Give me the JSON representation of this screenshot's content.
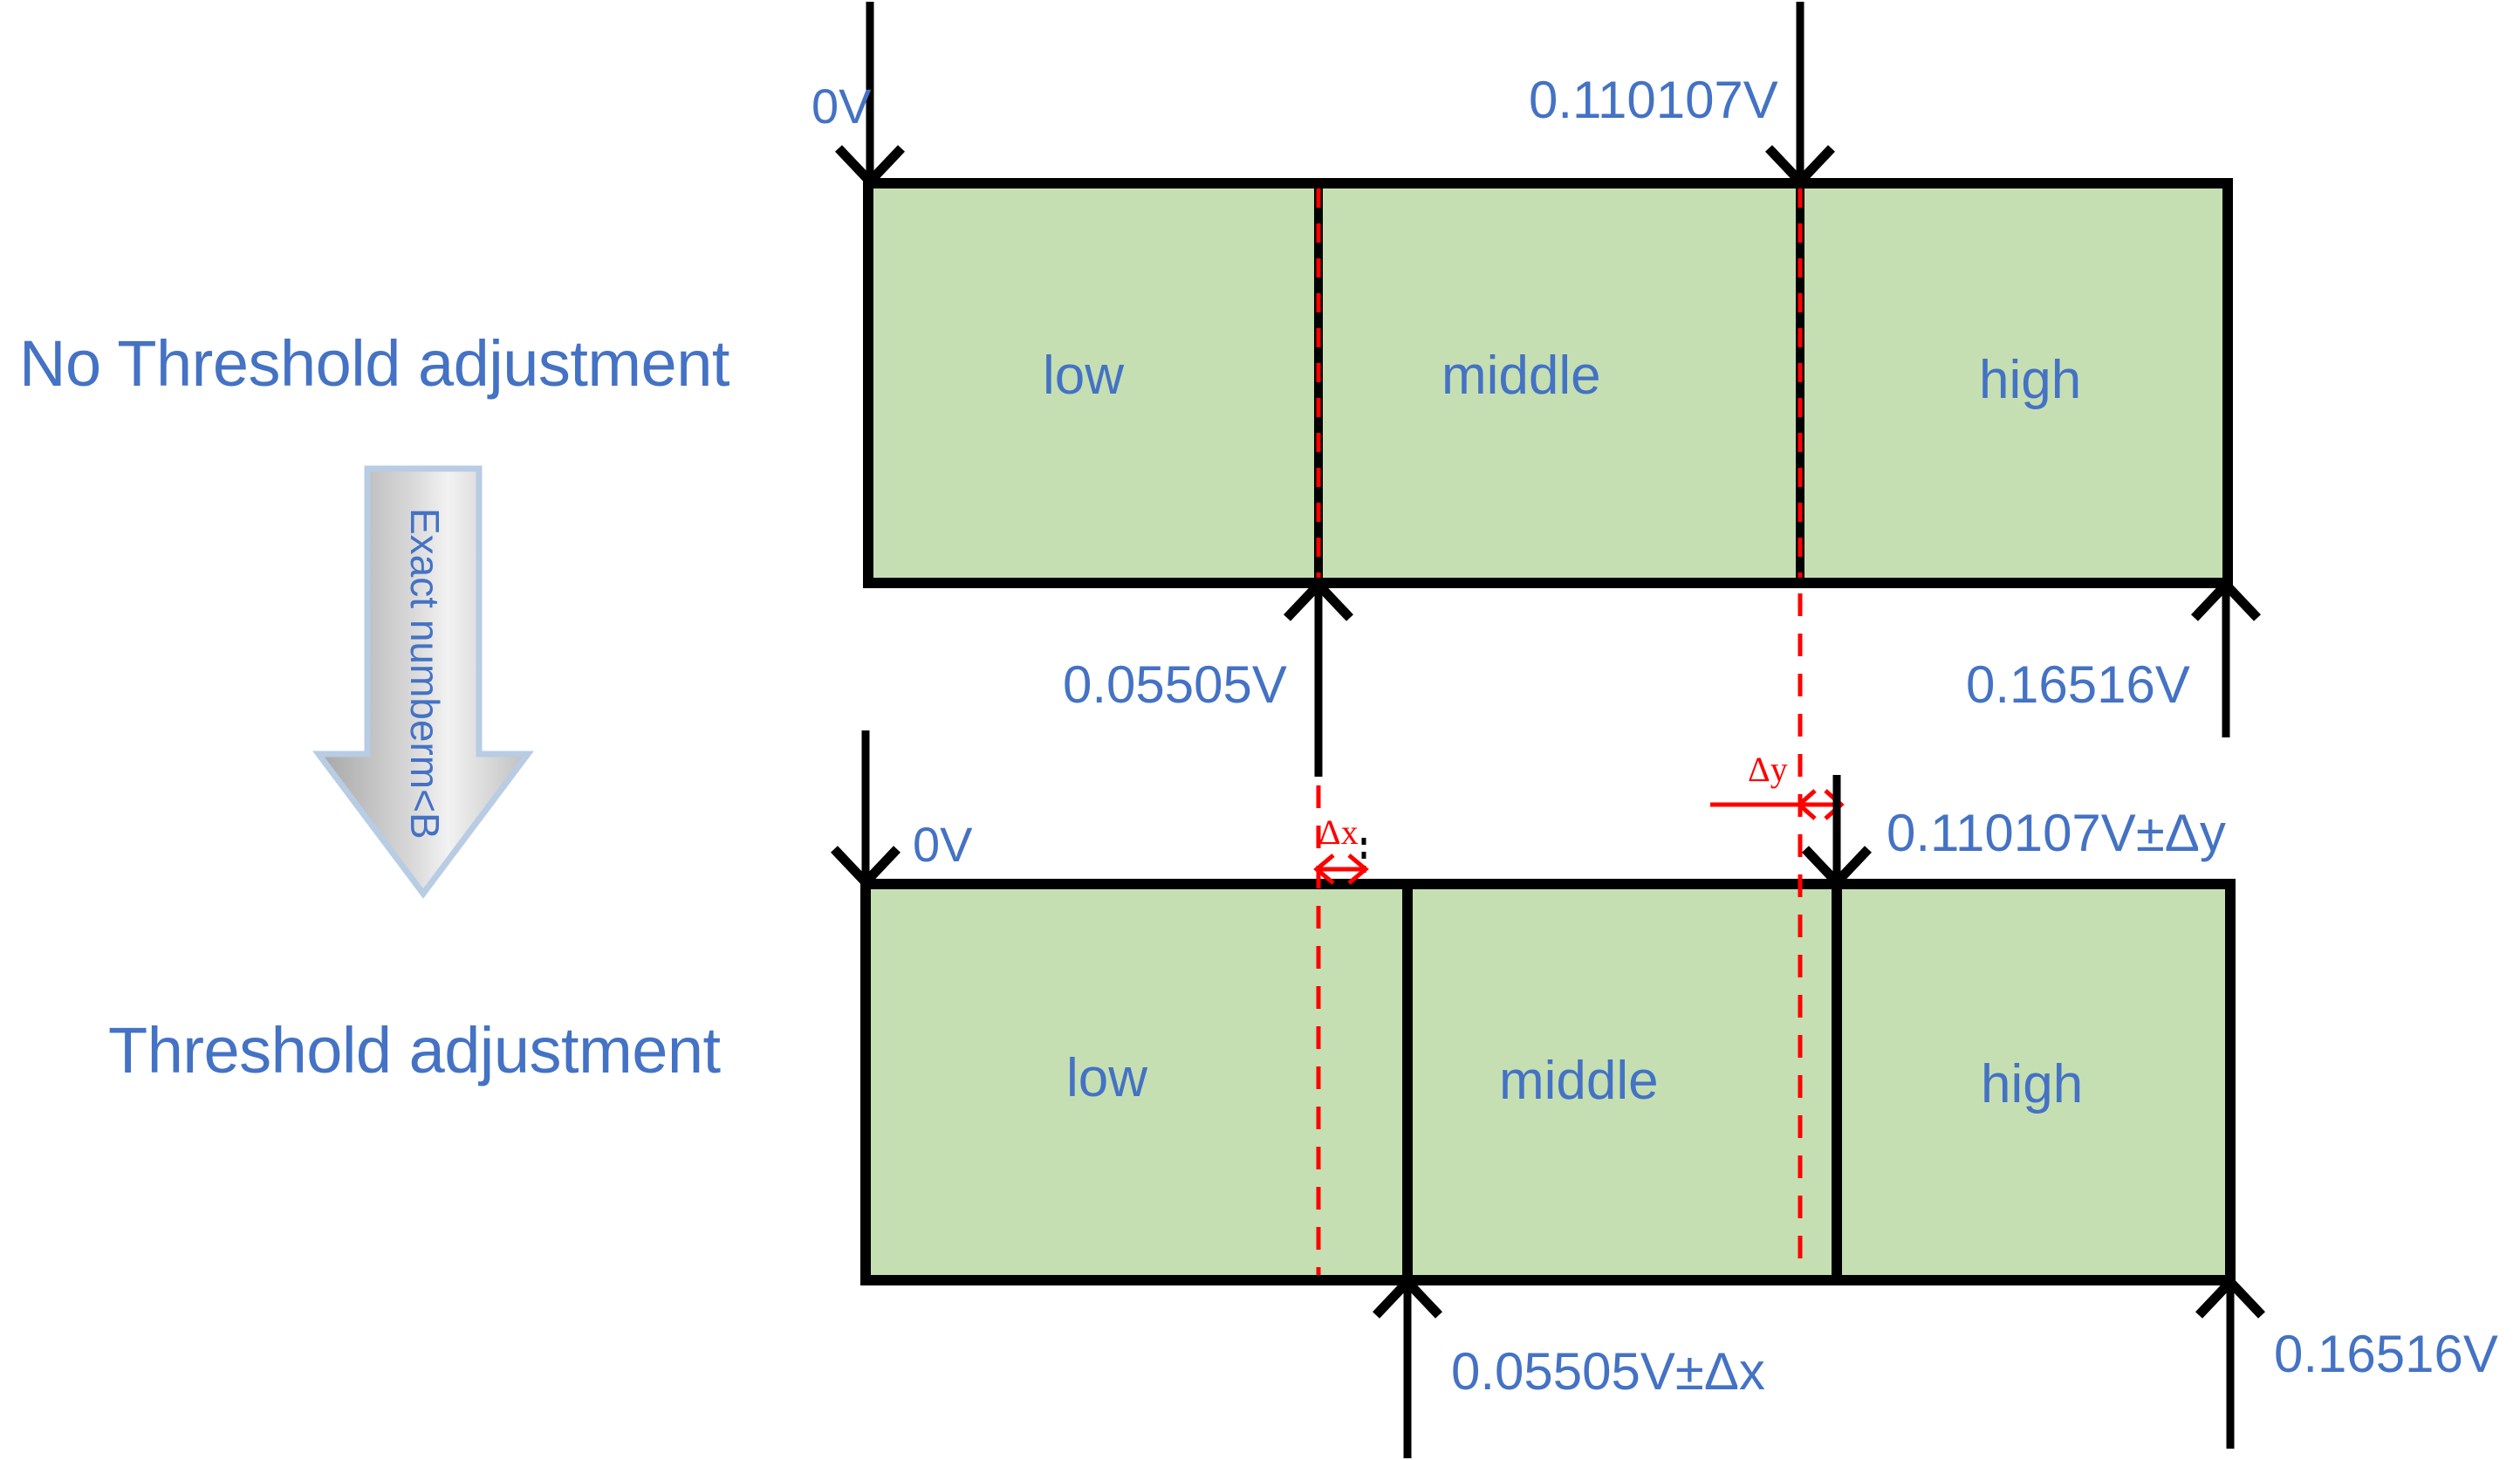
{
  "diagram": {
    "title_top": "No Threshold adjustment",
    "title_bottom": "Threshold adjustment",
    "flow_arrow_label": "Exact numberm<B",
    "colors": {
      "cell_fill": "#c5dfb3",
      "cell_border": "#000000",
      "text_blue": "#4472c4",
      "delta_red": "#ff0000",
      "arrow_grey": "#bfbfbf"
    }
  },
  "top_row": {
    "cells": [
      {
        "label": "low"
      },
      {
        "label": "middle"
      },
      {
        "label": "high"
      }
    ],
    "top_labels": [
      {
        "text": "0V"
      },
      {
        "text": "0.110107V"
      }
    ],
    "bottom_labels": [
      {
        "text": "0.05505V"
      },
      {
        "text": "0.16516V"
      }
    ]
  },
  "bottom_row": {
    "cells": [
      {
        "label": "low"
      },
      {
        "label": "middle"
      },
      {
        "label": "high"
      }
    ],
    "top_labels": [
      {
        "text": "0V"
      },
      {
        "text": "0.110107V±Δy"
      }
    ],
    "bottom_labels": [
      {
        "text": "0.05505V±Δx"
      },
      {
        "text": "0.16516V"
      }
    ],
    "delta_annotations": [
      {
        "text": "Δx"
      },
      {
        "text": "Δy"
      }
    ]
  }
}
